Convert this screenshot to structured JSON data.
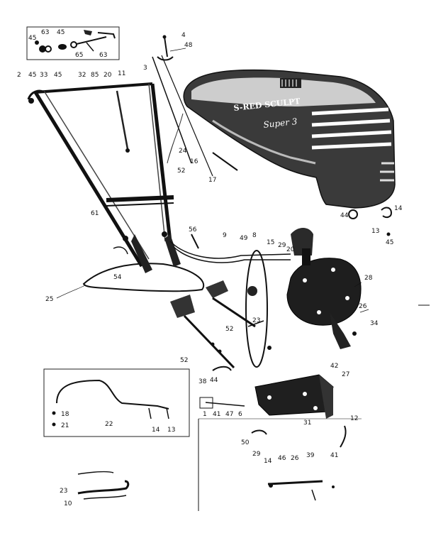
{
  "diagram": {
    "hood_brand": "S-RED SCULPT",
    "hood_model": "Super 3",
    "labels": {
      "inset_a": [
        "45",
        "63",
        "45",
        "65",
        "63"
      ],
      "top": [
        "4",
        "48",
        "3",
        "11"
      ],
      "handle": [
        "2",
        "45",
        "33",
        "45",
        "32",
        "85",
        "20"
      ],
      "rods": [
        "24",
        "16",
        "17",
        "52",
        "61"
      ],
      "hood_side": [
        "44",
        "14",
        "13",
        "45"
      ],
      "skid": [
        "56",
        "54",
        "25"
      ],
      "center": [
        "9",
        "49",
        "8",
        "15",
        "29",
        "20",
        "28",
        "26",
        "34"
      ],
      "tines": [
        "52",
        "52",
        "38",
        "44",
        "23"
      ],
      "inset_b": [
        "18",
        "21",
        "22",
        "14",
        "13"
      ],
      "lower_frame": [
        "1",
        "41",
        "47",
        "6",
        "42",
        "27",
        "31"
      ],
      "bottom_parts": [
        "12",
        "50",
        "29",
        "14",
        "46",
        "26",
        "39",
        "41"
      ],
      "bottom_left": [
        "23",
        "10"
      ]
    }
  }
}
